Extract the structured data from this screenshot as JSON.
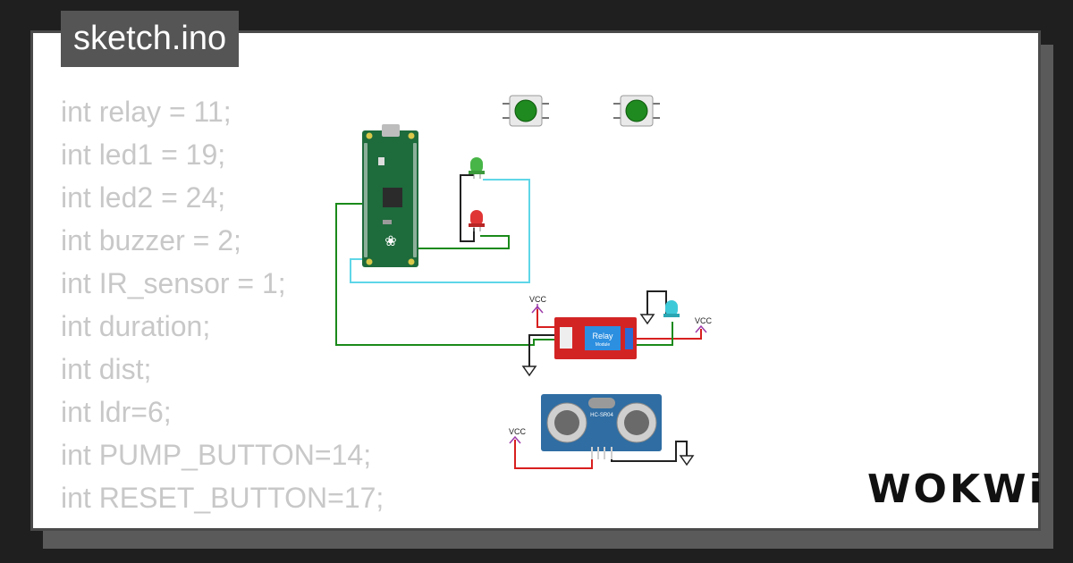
{
  "title": "sketch.ino",
  "code_lines": [
    "int relay = 11;",
    "int led1 = 19;",
    "int led2 = 24;",
    "int buzzer = 2;",
    "int IR_sensor = 1;",
    "int duration;",
    "int dist;",
    "int ldr=6;",
    "int PUMP_BUTTON=14;",
    "int RESET_BUTTON=17;"
  ],
  "relay": {
    "label": "Relay",
    "sublabel": "Module"
  },
  "sensor": {
    "label": "HC-SR04"
  },
  "power_labels": {
    "vcc": "VCC"
  },
  "logo": "WOKWi",
  "colors": {
    "background": "#1f1f1f",
    "card": "#ffffff",
    "title_bg": "#555555",
    "code_text": "#c8c8c8",
    "pico_board": "#1e6b3c",
    "wire_green": "#1a8a1a",
    "wire_cyan": "#5fd6e8",
    "wire_red": "#d81f1f",
    "vcc_purple": "#9b3aa8"
  }
}
